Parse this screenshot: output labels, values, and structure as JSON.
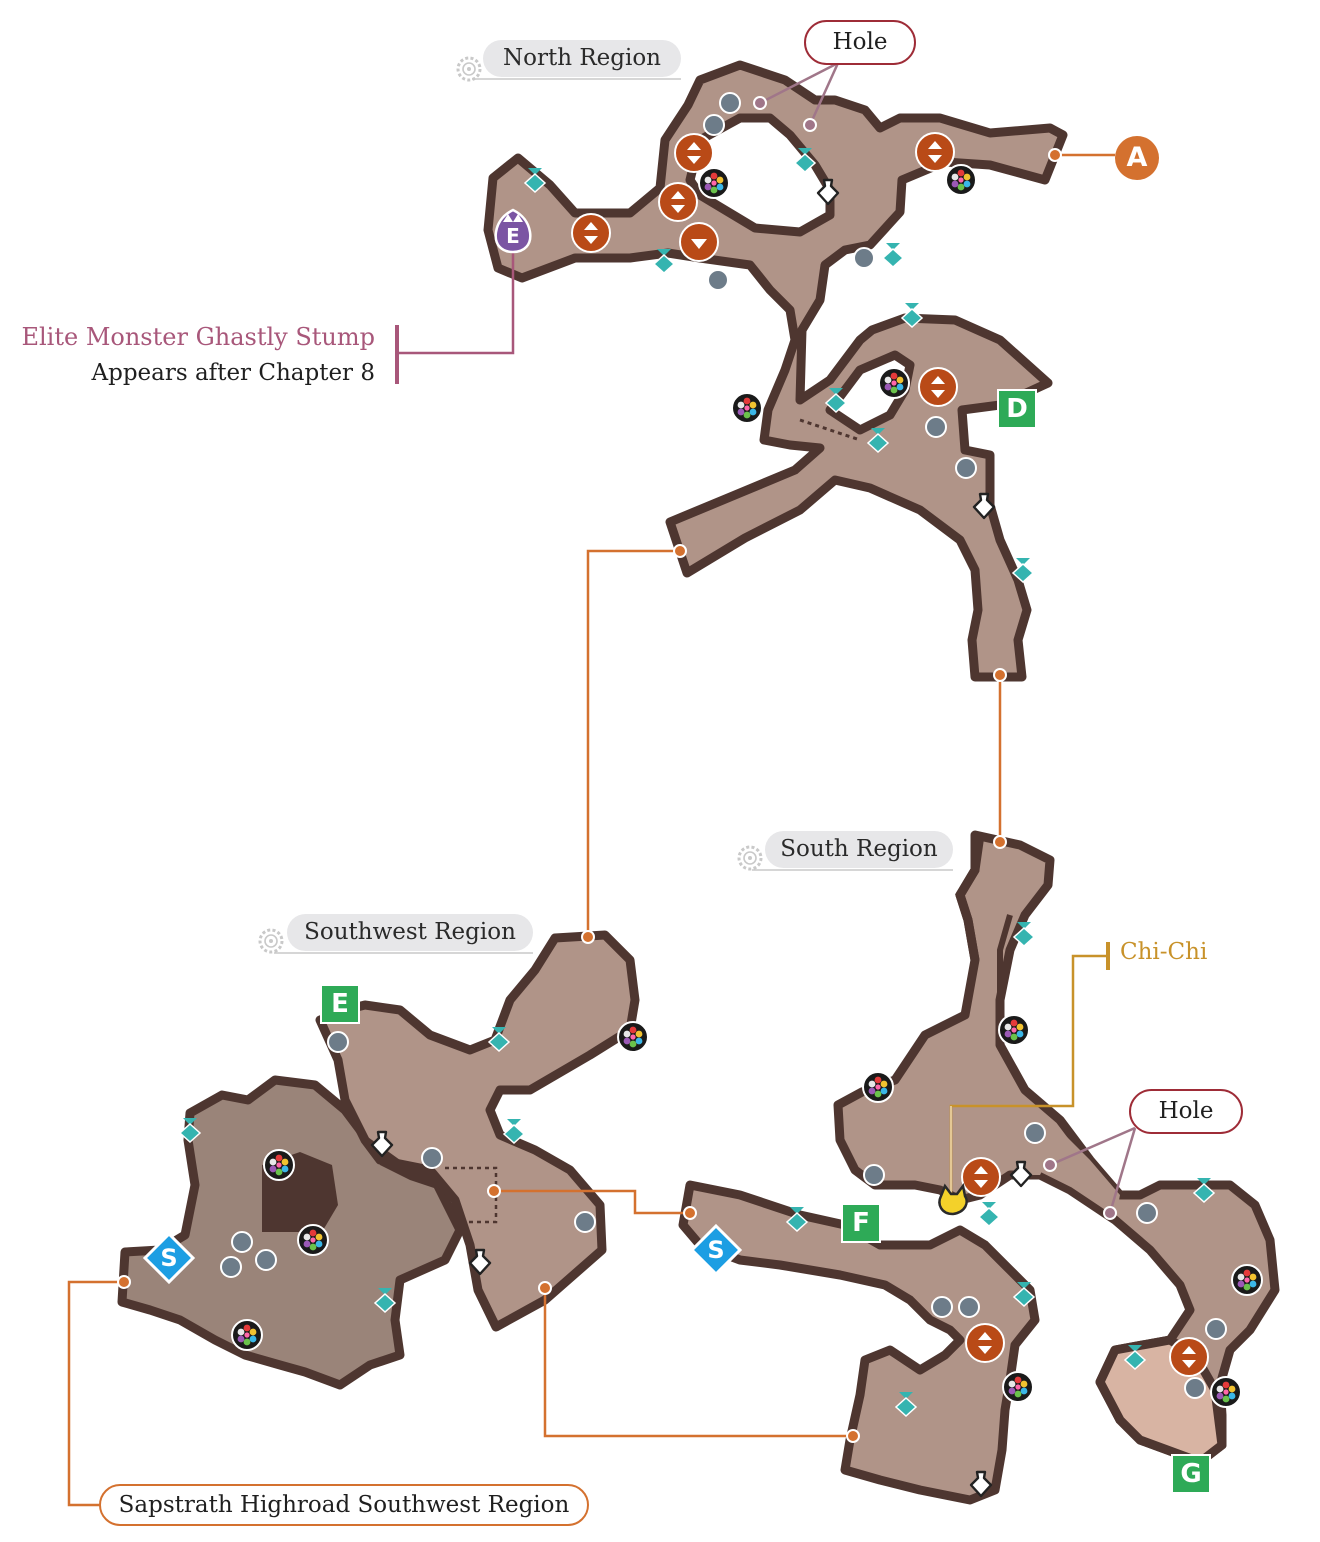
{
  "regions": {
    "north": "North Region",
    "south": "South Region",
    "southwest": "Southwest Region",
    "exit_link": "Sapstrath Highroad Southwest Region"
  },
  "callouts": {
    "hole_north": "Hole",
    "hole_south": "Hole",
    "elite_title": "Elite Monster  Ghastly Stump",
    "elite_condition": "Appears after Chapter 8",
    "npc": "Chi-Chi"
  },
  "markers": {
    "exit_a": "A",
    "exit_d": "D",
    "exit_e": "E",
    "exit_f": "F",
    "exit_g": "G",
    "start_s1": "S",
    "start_s2": "S",
    "elite_icon": "E"
  },
  "colors": {
    "floor": "#b09488",
    "floor_dark": "#9a8479",
    "floor_light": "#d8b4a3",
    "wall": "#4e3630",
    "connector": "#d4712f",
    "hole_border": "#9e2c37",
    "elite": "#a8577a",
    "npc": "#c8922a",
    "exit_green": "#2eaa57",
    "start_blue": "#1c9ee3",
    "gather_teal": "#35b4b0",
    "ore_gray": "#6d7c89",
    "lift_orange": "#b94a17"
  }
}
